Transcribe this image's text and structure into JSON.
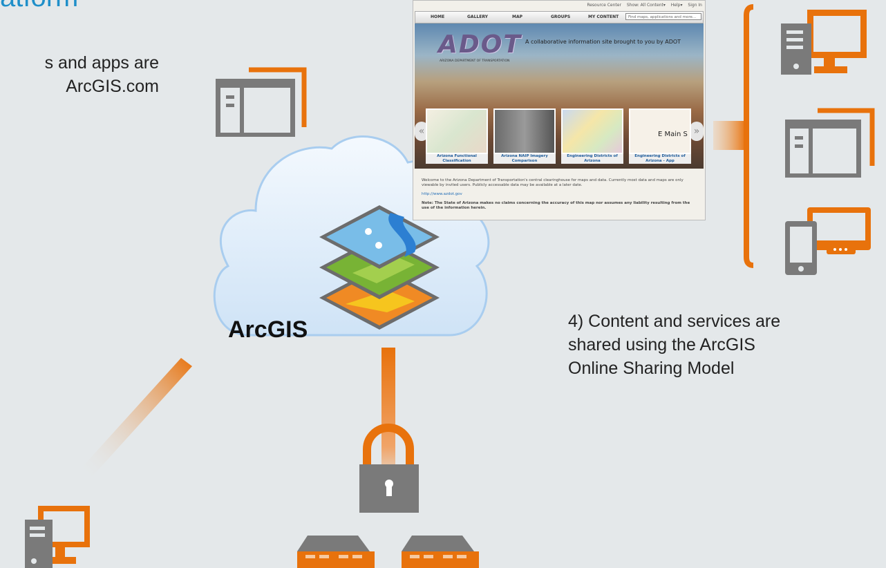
{
  "title_fragment": "atform",
  "note1": {
    "line1": "s and apps are",
    "line2": "ArcGIS.com"
  },
  "arcgis_label": "ArcGIS",
  "note4": {
    "line1": "4) Content and services are",
    "line2": "shared using the ArcGIS",
    "line3": "Online Sharing Model"
  },
  "colors": {
    "orange": "#e8720c",
    "gray": "#7a7a7a",
    "background": "#e4e8ea",
    "title_blue": "#1f8fc9"
  },
  "site": {
    "top_links": [
      "Resource Center",
      "Show: All Content▾",
      "Help▾",
      "Sign In"
    ],
    "nav": [
      "HOME",
      "GALLERY",
      "MAP",
      "GROUPS",
      "MY CONTENT"
    ],
    "search_placeholder": "Find maps, applications and more...",
    "logo": "ADOT",
    "logo_subtitle": "ARIZONA DEPARTMENT OF TRANSPORTATION",
    "tagline": "A collaborative information site brought to you by ADOT",
    "thumbnails": [
      {
        "caption": "Arizona Functional Classification"
      },
      {
        "caption": "Arizona NAIP Imagery Comparison"
      },
      {
        "caption": "Engineering Districts of Arizona"
      },
      {
        "caption": "Engineering Districts of Arizona - App",
        "overlay": "E Main S"
      }
    ],
    "prev_arrow": "«",
    "next_arrow": "»",
    "welcome": "Welcome to the Arizona Department of Transportation's central clearinghouse for maps and data. Currently most data and maps are only viewable by invited users. Publicly accessable data may be available at a later date.",
    "url": "http://www.azdot.gov",
    "note": "Note: The State of Arizona makes no claims concerning the accuracy of this map nor assumes any liability resulting from the use of the information herein."
  }
}
